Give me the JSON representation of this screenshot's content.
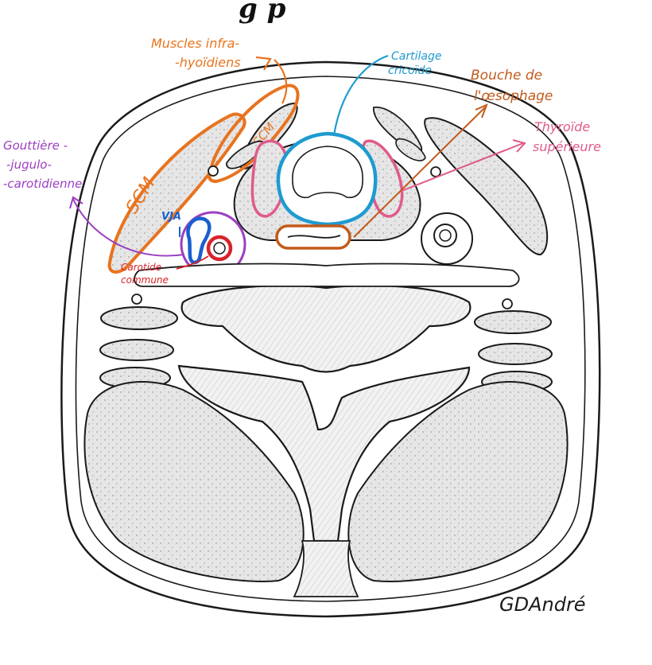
{
  "title_fragment": "g   p",
  "labels": {
    "muscles_infra_hyoidiens": [
      "Muscles infra-",
      "-hyoïdiens"
    ],
    "cartilage_cricoide": [
      "Cartilage",
      "cricoïde"
    ],
    "bouche_oesophage": [
      "Bouche de",
      "l'œsophage"
    ],
    "thyroide_superieure": [
      "Thyroïde",
      "supérieure"
    ],
    "gouttiere": [
      "Gouttière -",
      "-jugulo-",
      "-carotidienne"
    ],
    "scm_left": "SCM",
    "scm_right": "SCM",
    "vja": "VJA",
    "carotide_commune": [
      "Carotide",
      "commune"
    ],
    "signature": "GDAndré"
  },
  "colors": {
    "orange": "#e8731e",
    "blue": "#1e9bd0",
    "brown": "#c25a1a",
    "pink": "#e05a8c",
    "purple": "#9b3fc0",
    "dark_blue": "#1a5fd0",
    "red": "#d8232a",
    "ink": "#1a1a1a",
    "stipple": "#d9d9d9"
  }
}
